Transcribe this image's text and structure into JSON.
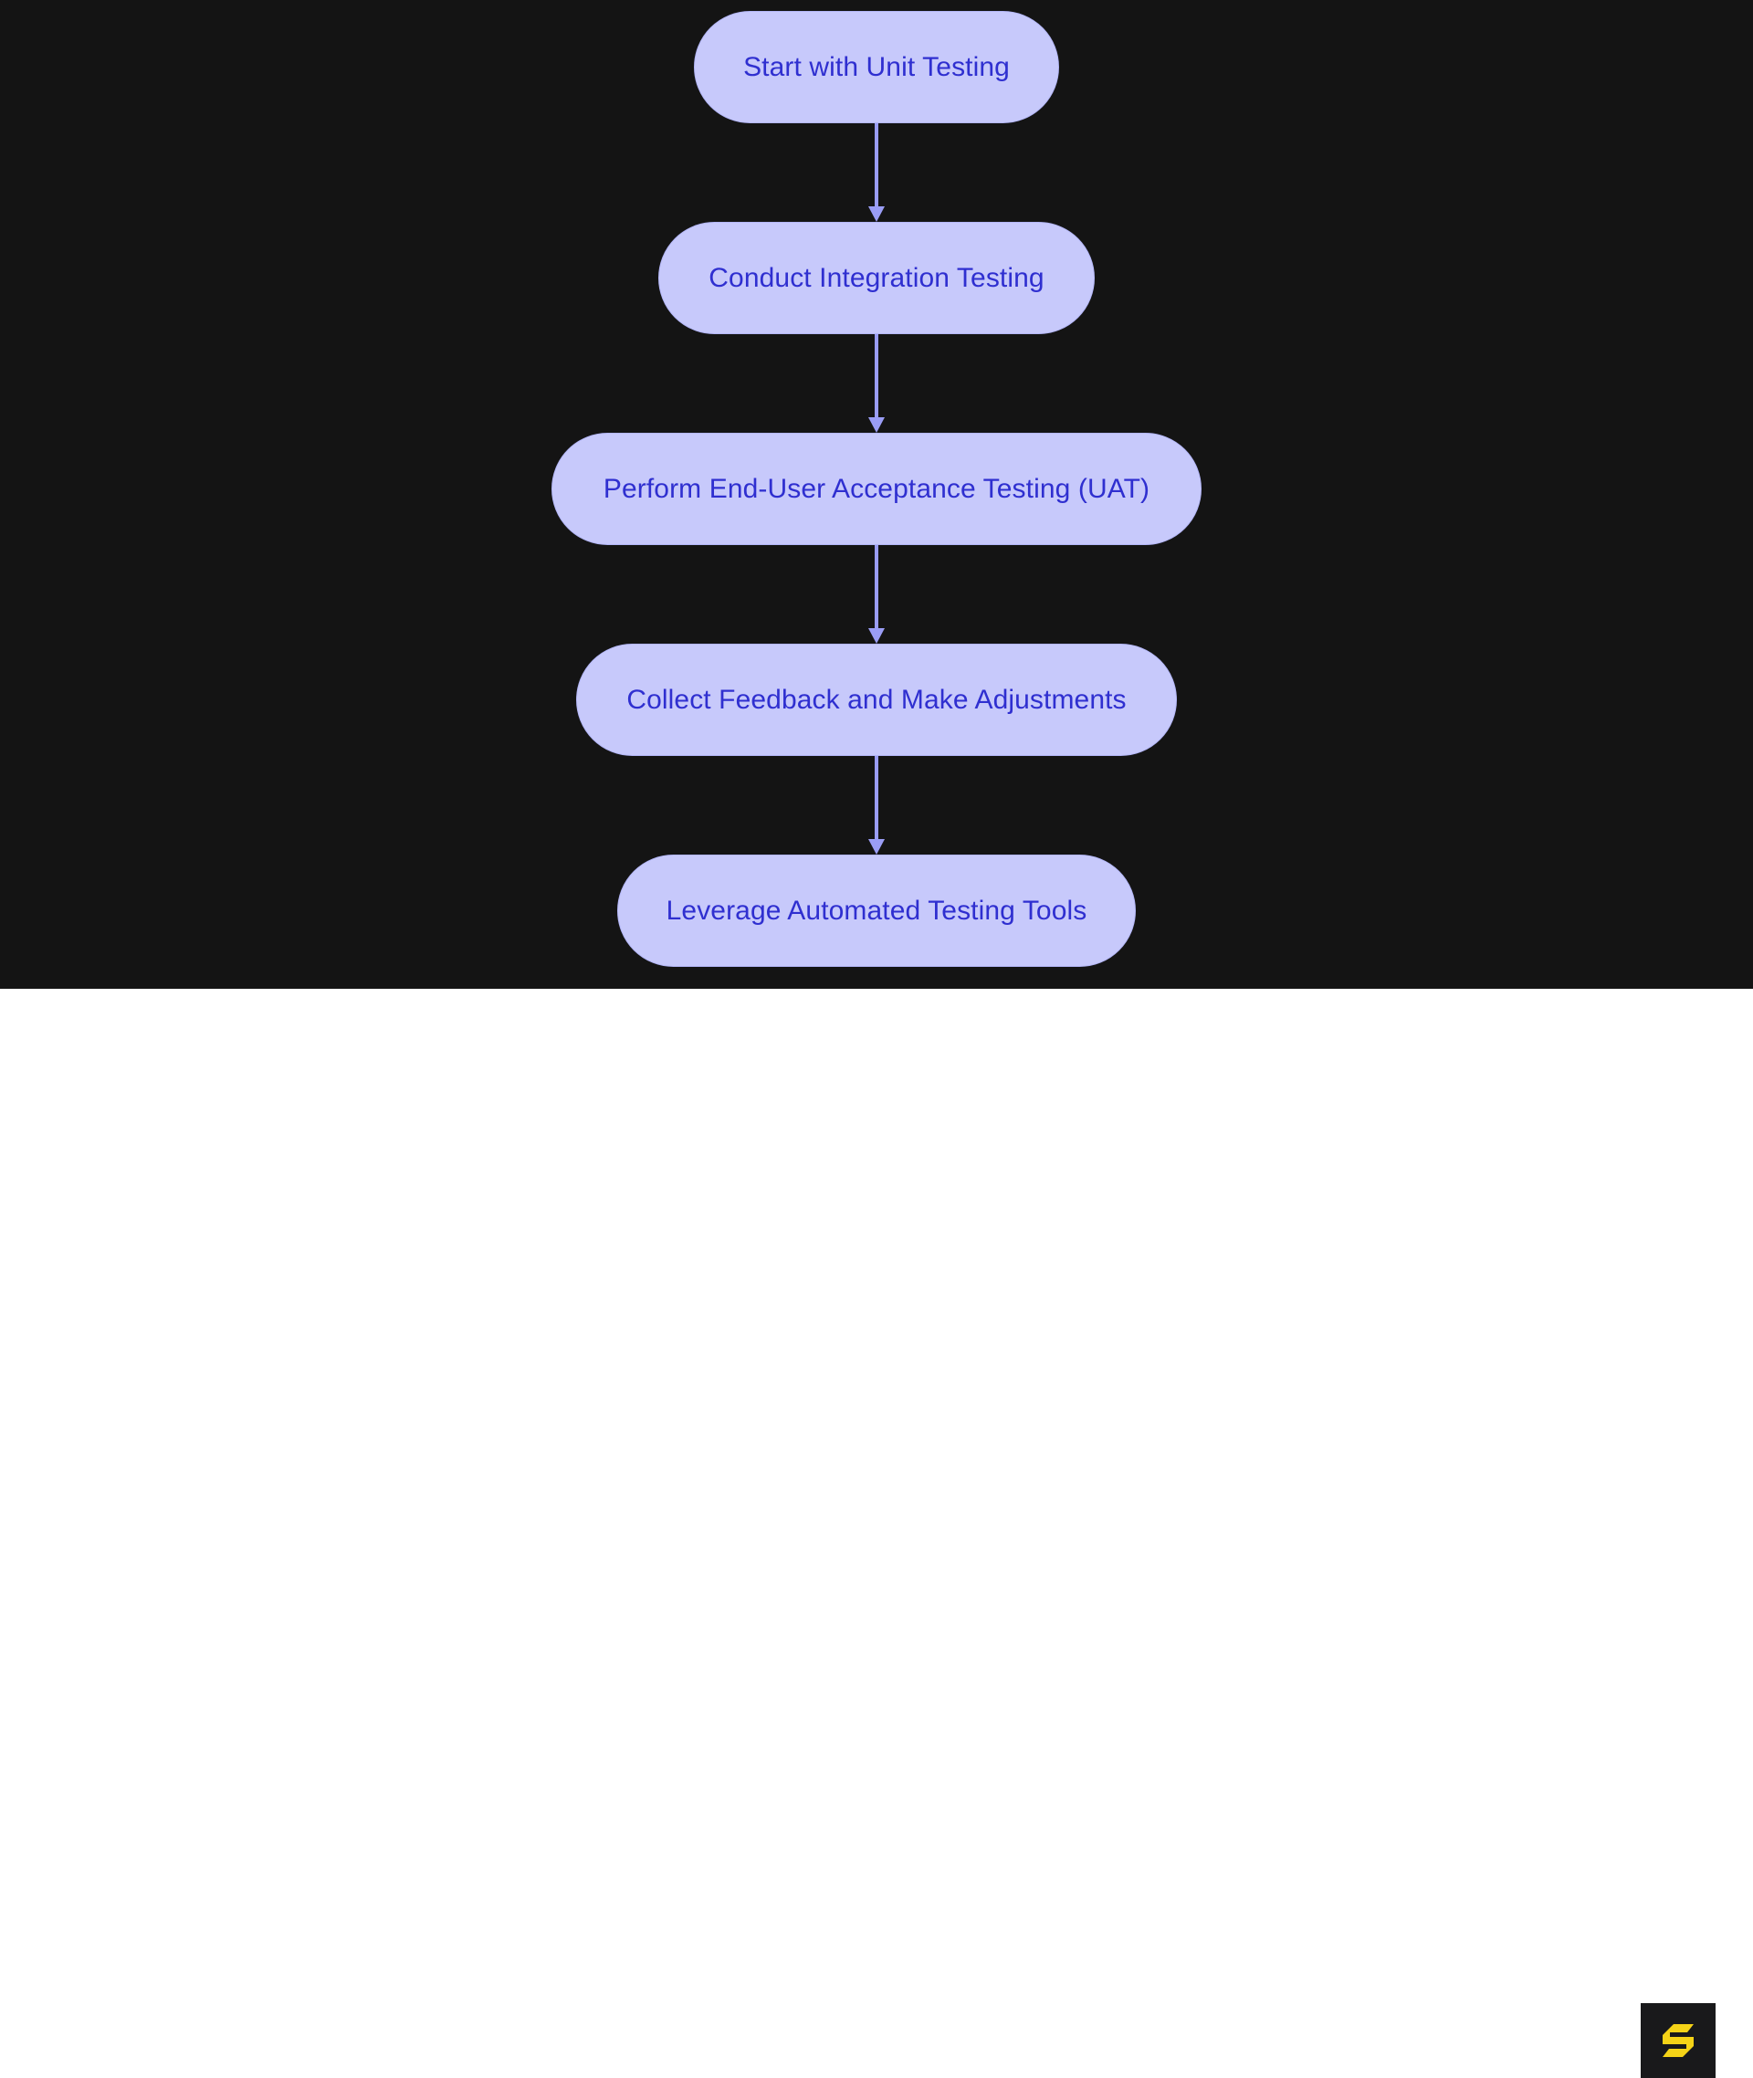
{
  "diagram": {
    "type": "flowchart",
    "orientation": "top-to-bottom",
    "background_color": "#141414",
    "node_fill_color": "#c7c9fb",
    "node_border_color": "#b3b6f7",
    "node_text_color": "#2f2fd0",
    "connector_color": "#9a9df5",
    "nodes": [
      {
        "id": "node-0",
        "label": "Start with Unit Testing"
      },
      {
        "id": "node-1",
        "label": "Conduct Integration Testing"
      },
      {
        "id": "node-2",
        "label": "Perform End-User Acceptance Testing (UAT)"
      },
      {
        "id": "node-3",
        "label": "Collect Feedback and Make Adjustments"
      },
      {
        "id": "node-4",
        "label": "Leverage Automated Testing Tools"
      }
    ],
    "connectors": [
      {
        "id": "conn-0",
        "from": "node-0",
        "to": "node-1",
        "marker": "arrow-down-icon"
      },
      {
        "id": "conn-1",
        "from": "node-1",
        "to": "node-2",
        "marker": "arrow-down-icon"
      },
      {
        "id": "conn-2",
        "from": "node-2",
        "to": "node-3",
        "marker": "arrow-down-icon"
      },
      {
        "id": "conn-3",
        "from": "node-3",
        "to": "node-4",
        "marker": "arrow-down-icon"
      }
    ]
  },
  "footer": {
    "background_color": "#ffffff",
    "logo": {
      "name": "brand-s-logo-icon",
      "glyph": "S",
      "mark_color": "#f5d317",
      "tile_color": "#19191b"
    }
  }
}
